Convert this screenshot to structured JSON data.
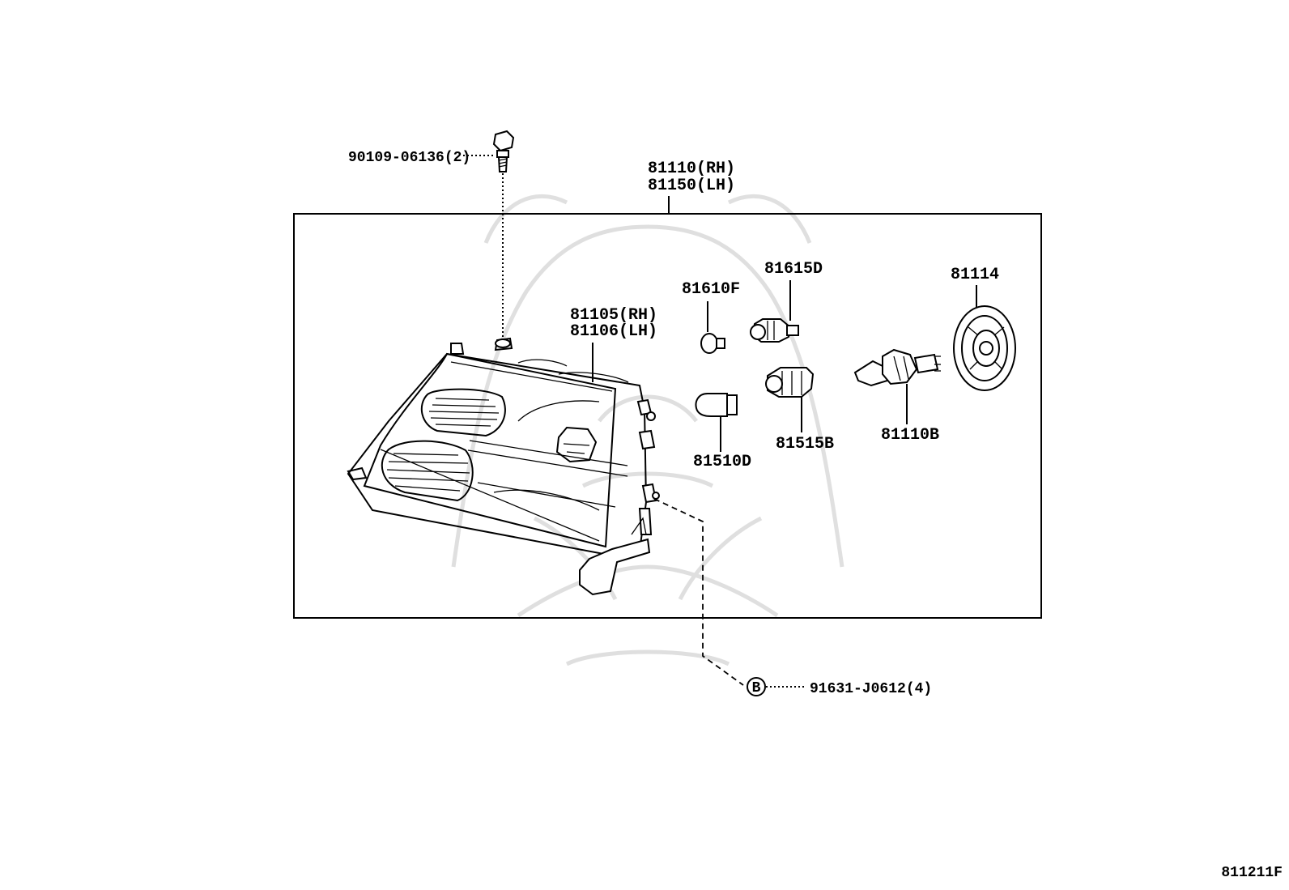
{
  "diagram": {
    "labels": {
      "bolt": "90109-06136(2)",
      "assembly_rh": "81110(RH)",
      "assembly_lh": "81150(LH)",
      "lens_rh": "81105(RH)",
      "lens_lh": "81106(LH)",
      "socket_81610f": "81610F",
      "socket_81615d": "81615D",
      "cover_81114": "81114",
      "bulb_81510d": "81510D",
      "socket_81515b": "81515B",
      "bulb_81110b": "81110B",
      "clip": "91631-J0612(4)",
      "clip_ref": "B",
      "figure_id": "811211F"
    }
  }
}
